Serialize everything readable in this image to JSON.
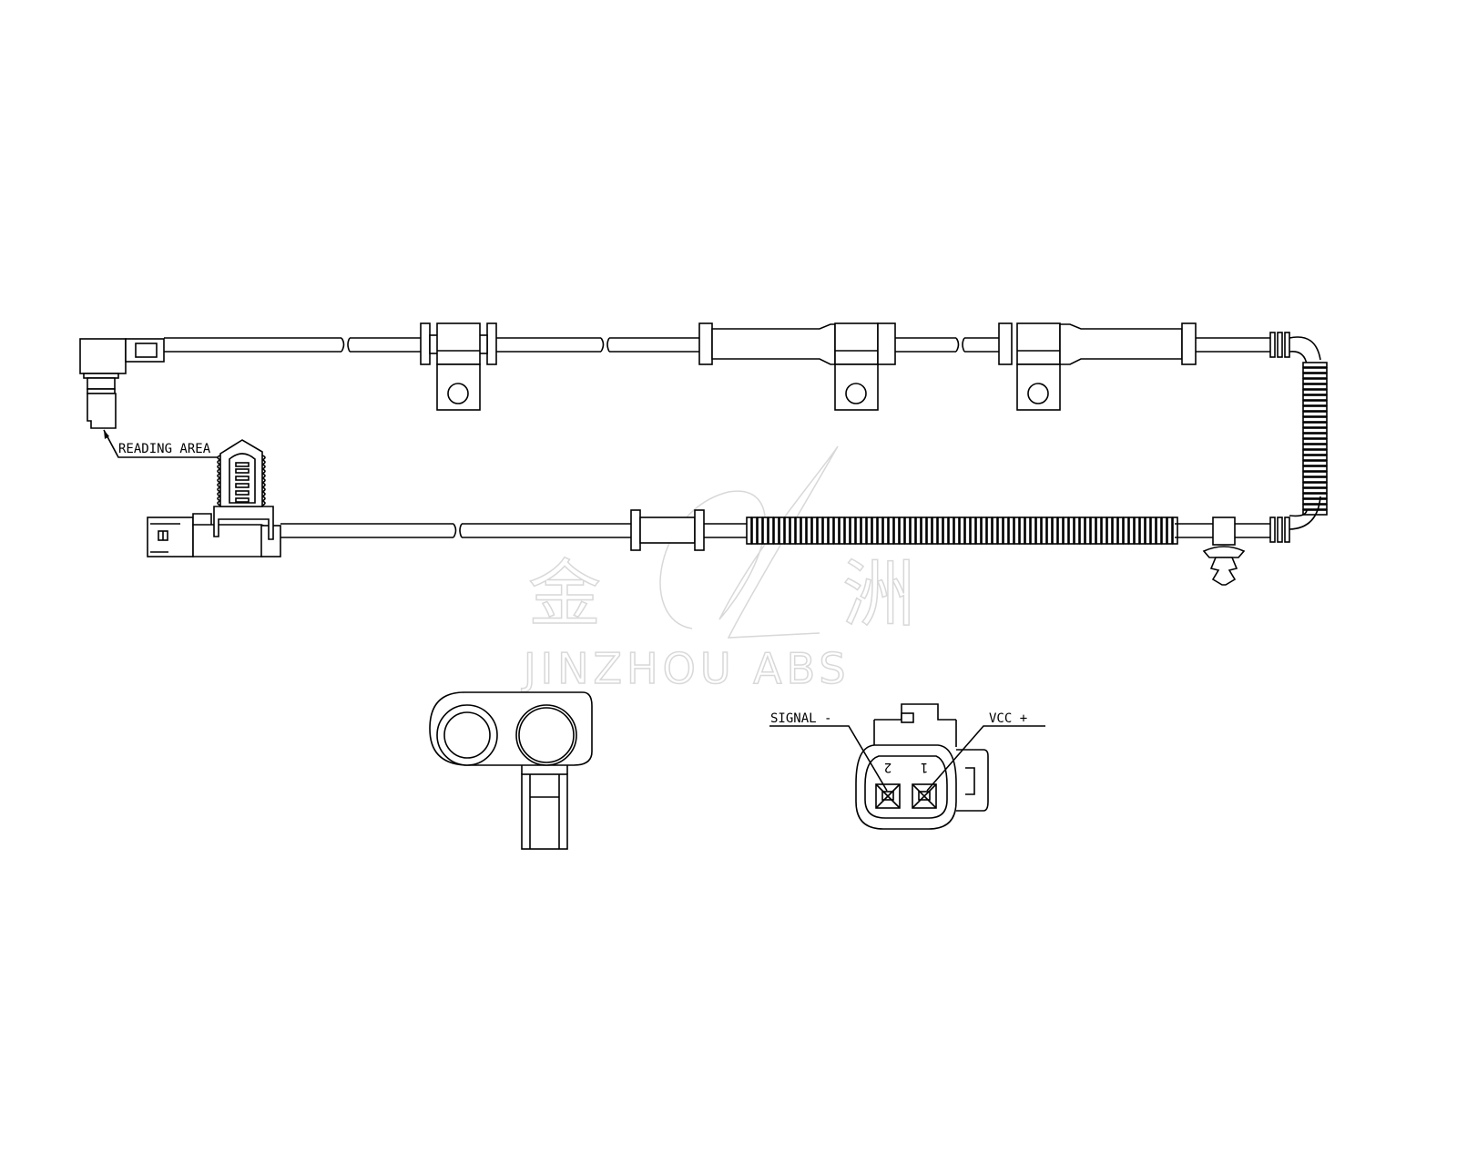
{
  "labels": {
    "reading_area": "READING AREA",
    "signal": "SIGNAL -",
    "vcc": "VCC +",
    "pin2": "2",
    "pin1": "1"
  },
  "watermark": {
    "chinese": "金 洲",
    "brand": "JINZHOU ABS"
  },
  "colors": {
    "line": "#000000",
    "watermark": "#d8d8d8"
  }
}
